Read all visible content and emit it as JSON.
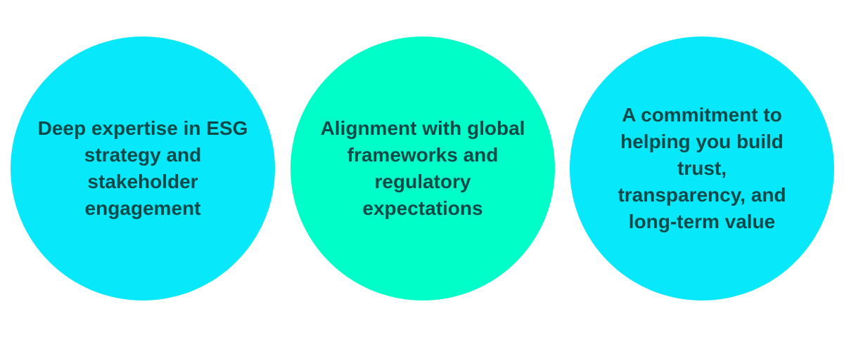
{
  "colors": {
    "cyan": "#08E8FB",
    "mint": "#00FFC8",
    "text": "#0B4A48"
  },
  "circles": [
    {
      "text": "Deep expertise in ESG strategy and stakeholder engagement",
      "color": "#08E8FB"
    },
    {
      "text": "Alignment with global frameworks and regulatory expectations",
      "color": "#00FFC8"
    },
    {
      "text": "A commitment to helping you build trust, transparency, and long-term value",
      "color": "#08E8FB"
    }
  ]
}
